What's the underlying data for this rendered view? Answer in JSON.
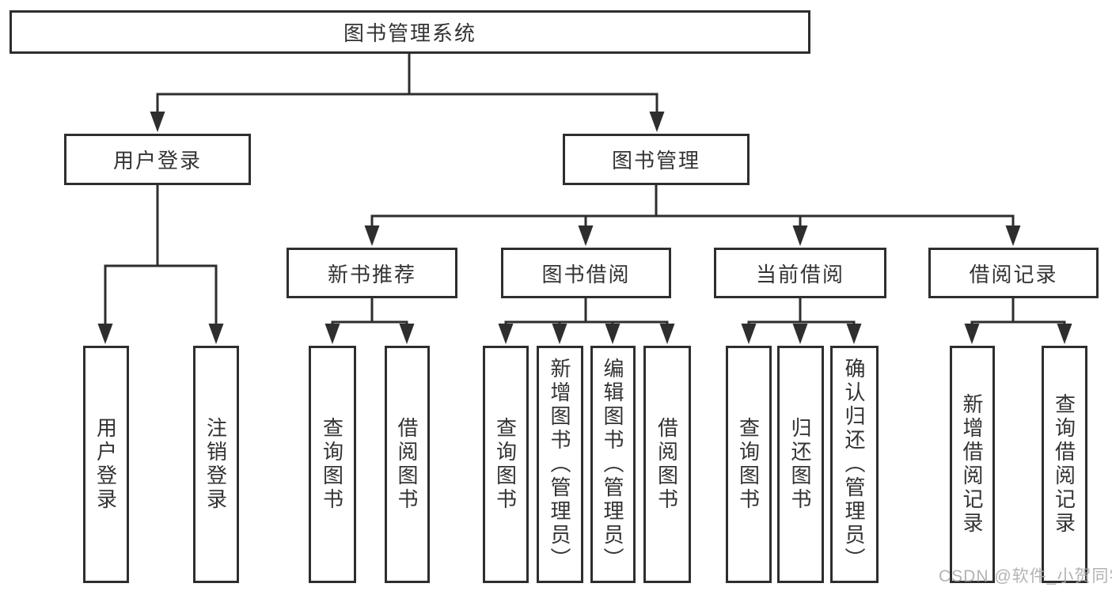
{
  "root": {
    "label": "图书管理系统"
  },
  "level2": [
    {
      "label": "用户登录",
      "children": [
        {
          "label": "用户登录"
        },
        {
          "label": "注销登录"
        }
      ]
    },
    {
      "label": "图书管理",
      "children": [
        {
          "label": "新书推荐",
          "children": [
            {
              "label": "查询图书"
            },
            {
              "label": "借阅图书"
            }
          ]
        },
        {
          "label": "图书借阅",
          "children": [
            {
              "label": "查询图书"
            },
            {
              "label": "新增图书（管理员）"
            },
            {
              "label": "编辑图书（管理员）"
            },
            {
              "label": "借阅图书"
            }
          ]
        },
        {
          "label": "当前借阅",
          "children": [
            {
              "label": "查询图书"
            },
            {
              "label": "归还图书"
            },
            {
              "label": "确认归还（管理员）"
            }
          ]
        },
        {
          "label": "借阅记录",
          "children": [
            {
              "label": "新增借阅记录"
            },
            {
              "label": "查询借阅记录"
            }
          ]
        }
      ]
    }
  ],
  "watermark": "CSDN @软件_小贺同学",
  "colors": {
    "line": "#2e2e2e",
    "border": "#2e2e2e",
    "text": "#333333",
    "background": "#ffffff",
    "watermark": "#ababab"
  }
}
